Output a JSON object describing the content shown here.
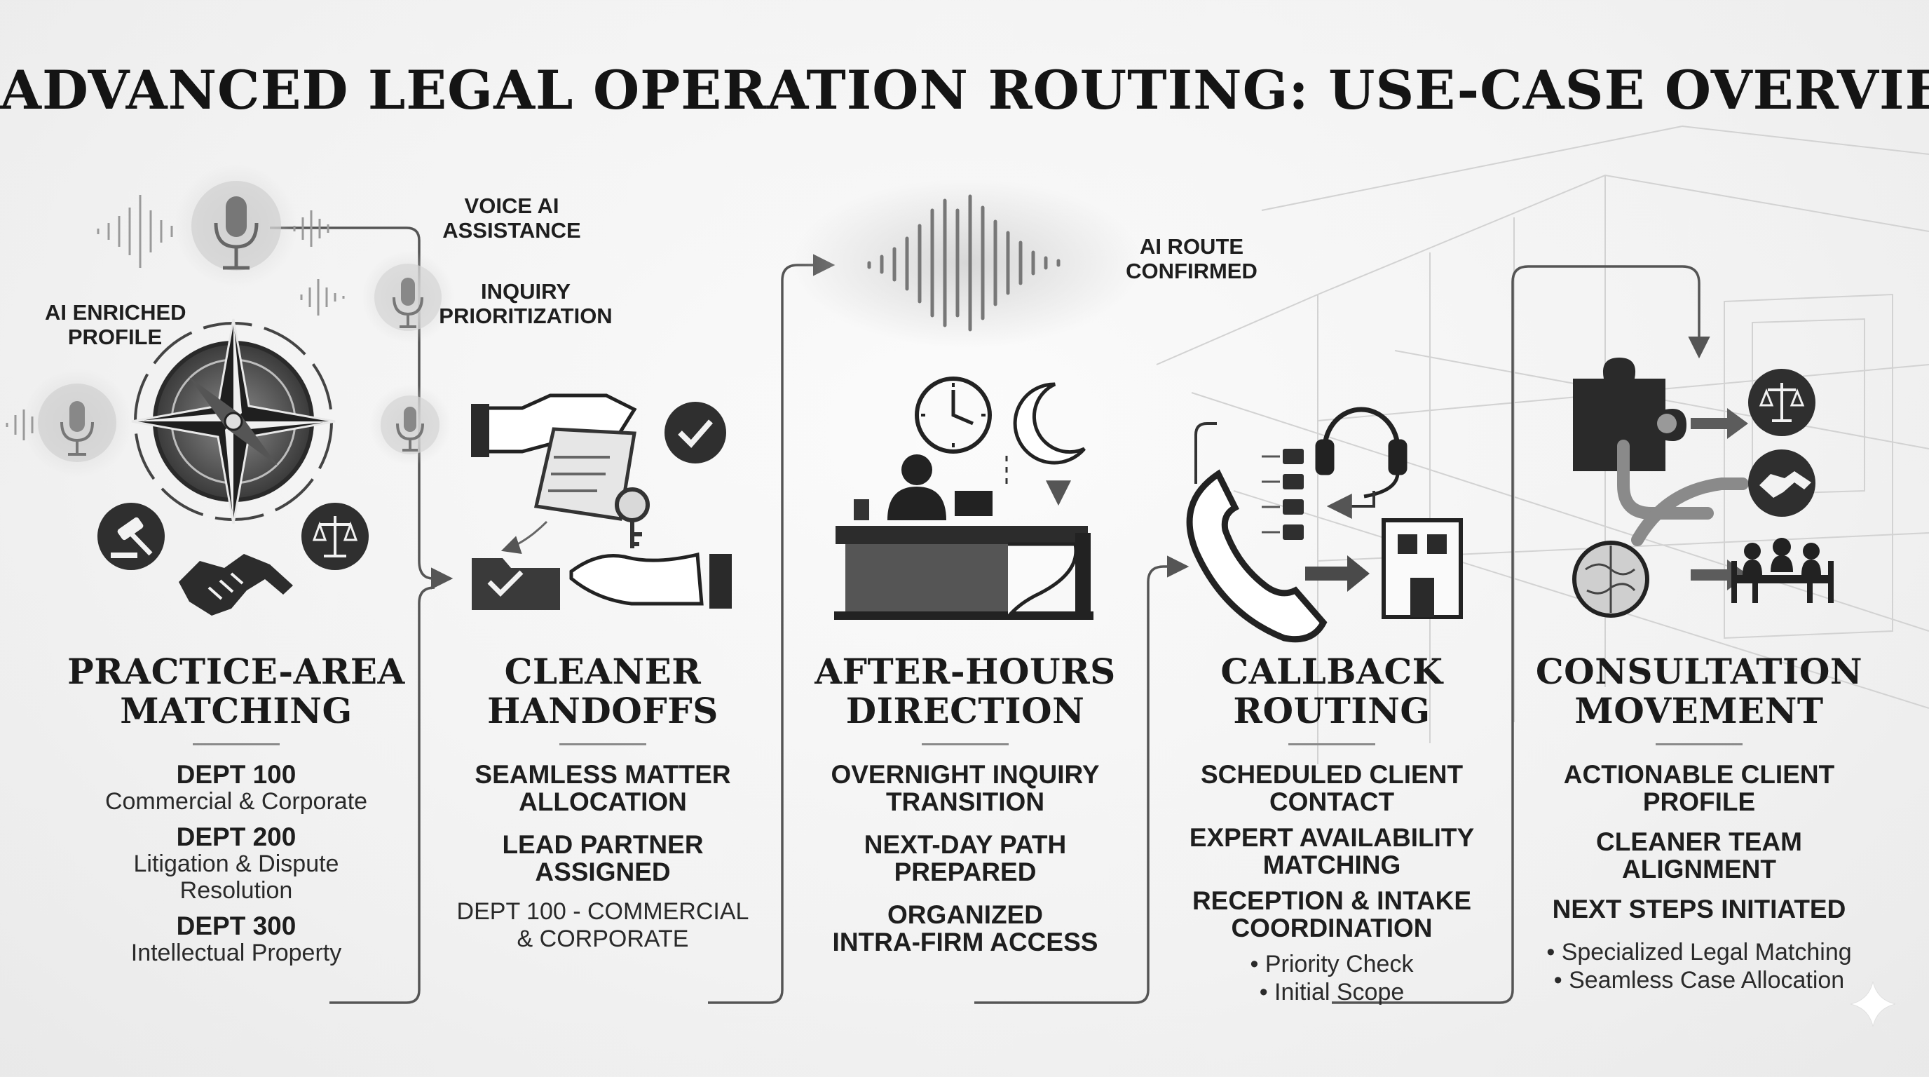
{
  "title": "ADVANCED LEGAL OPERATION ROUTING: USE-CASE OVERVIEW",
  "labels": {
    "ai_enriched_profile": [
      "AI ENRICHED",
      "PROFILE"
    ],
    "voice_ai_assistance": [
      "VOICE AI",
      "ASSISTANCE"
    ],
    "inquiry_prioritization": [
      "INQUIRY",
      "PRIORITIZATION"
    ],
    "ai_route_confirmed": [
      "AI ROUTE",
      "CONFIRMED"
    ]
  },
  "columns": [
    {
      "title": [
        "PRACTICE-AREA",
        "MATCHING"
      ],
      "items": [
        {
          "heading": "DEPT 100",
          "sub": [
            "Commercial & Corporate"
          ]
        },
        {
          "heading": "DEPT 200",
          "sub": [
            "Litigation & Dispute",
            "Resolution"
          ]
        },
        {
          "heading": "DEPT 300",
          "sub": [
            "Intellectual Property"
          ]
        }
      ]
    },
    {
      "title": [
        "CLEANER",
        "HANDOFFS"
      ],
      "items": [
        {
          "heading": [
            "SEAMLESS MATTER",
            "ALLOCATION"
          ]
        },
        {
          "heading": [
            "LEAD PARTNER",
            "ASSIGNED"
          ]
        }
      ],
      "plain": [
        "DEPT 100 - COMMERCIAL",
        "& CORPORATE"
      ]
    },
    {
      "title": [
        "AFTER-HOURS",
        "DIRECTION"
      ],
      "items": [
        {
          "heading": [
            "OVERNIGHT INQUIRY",
            "TRANSITION"
          ]
        },
        {
          "heading": [
            "NEXT-DAY PATH",
            "PREPARED"
          ]
        },
        {
          "heading": [
            "ORGANIZED",
            "INTRA-FIRM ACCESS"
          ]
        }
      ]
    },
    {
      "title": [
        "CALLBACK",
        "ROUTING"
      ],
      "items": [
        {
          "heading": [
            "SCHEDULED CLIENT",
            "CONTACT"
          ]
        },
        {
          "heading": [
            "EXPERT AVAILABILITY",
            "MATCHING"
          ]
        },
        {
          "heading": [
            "RECEPTION & INTAKE",
            "COORDINATION"
          ]
        }
      ],
      "bullets": [
        "• Priority Check",
        "• Initial Scope"
      ]
    },
    {
      "title": [
        "CONSULTATION",
        "MOVEMENT"
      ],
      "items": [
        {
          "heading": [
            "ACTIONABLE CLIENT",
            "PROFILE"
          ]
        },
        {
          "heading": [
            "CLEANER TEAM",
            "ALIGNMENT"
          ]
        },
        {
          "heading": [
            "NEXT STEPS INITIATED"
          ]
        }
      ],
      "bullets": [
        "• Specialized Legal Matching",
        "• Seamless Case Allocation"
      ]
    }
  ],
  "icons": [
    "microphone-icon",
    "sound-wave-icon",
    "compass-icon",
    "gavel-icon",
    "handshake-icon",
    "scales-icon",
    "document-icon",
    "key-icon",
    "folder-check-icon",
    "checkmark-icon",
    "clock-icon",
    "moon-icon",
    "reception-desk-icon",
    "headset-icon",
    "phone-icon",
    "building-icon",
    "puzzle-icon",
    "meeting-icon",
    "arrow-icon"
  ],
  "colors": {
    "ink": "#2d2d2d",
    "mid": "#6e6e6e",
    "light": "#cfcfcf",
    "background": "#f2f2f2"
  }
}
